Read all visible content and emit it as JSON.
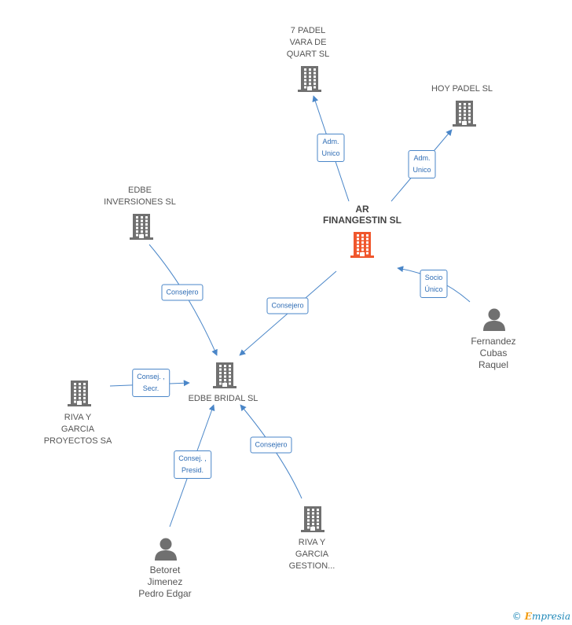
{
  "nodes": {
    "padel_vara": {
      "label": "7 PADEL\nVARA DE\nQUART  SL",
      "kind": "company",
      "color": "#707070"
    },
    "hoy_padel": {
      "label": "HOY PADEL  SL",
      "kind": "company",
      "color": "#707070"
    },
    "ar_finangestin": {
      "label": "AR\nFINANGESTIN SL",
      "kind": "company",
      "color": "#f0572d"
    },
    "edbe_inversiones": {
      "label": "EDBE\nINVERSIONES SL",
      "kind": "company",
      "color": "#707070"
    },
    "edbe_bridal": {
      "label": "EDBE BRIDAL  SL",
      "kind": "company",
      "color": "#707070"
    },
    "riva_proyectos": {
      "label": "RIVA Y\nGARCIA\nPROYECTOS SA",
      "kind": "company",
      "color": "#707070"
    },
    "riva_gestion": {
      "label": "RIVA Y\nGARCIA\nGESTION...",
      "kind": "company",
      "color": "#707070"
    },
    "fernandez": {
      "label": "Fernandez\nCubas\nRaquel",
      "kind": "person",
      "color": "#707070"
    },
    "betoret": {
      "label": "Betoret\nJimenez\nPedro Edgar",
      "kind": "person",
      "color": "#707070"
    }
  },
  "edges": {
    "ar_to_padel": {
      "label": "Adm.\nUnico"
    },
    "ar_to_hoy": {
      "label": "Adm.\nUnico"
    },
    "fernandez_to_ar": {
      "label": "Socio\nÚnico"
    },
    "ar_to_bridal": {
      "label": "Consejero"
    },
    "inversiones_to_bridal": {
      "label": "Consejero"
    },
    "proyectos_to_bridal": {
      "label": "Consej. ,\nSecr."
    },
    "betoret_to_bridal": {
      "label": "Consej. ,\nPresid."
    },
    "gestion_to_bridal": {
      "label": "Consejero"
    }
  },
  "colors": {
    "edge": "#4a86c8",
    "edge_label_text": "#2f6db5"
  },
  "footer": {
    "copyright": "©",
    "brand_first": "E",
    "brand_rest": "mpresia"
  }
}
